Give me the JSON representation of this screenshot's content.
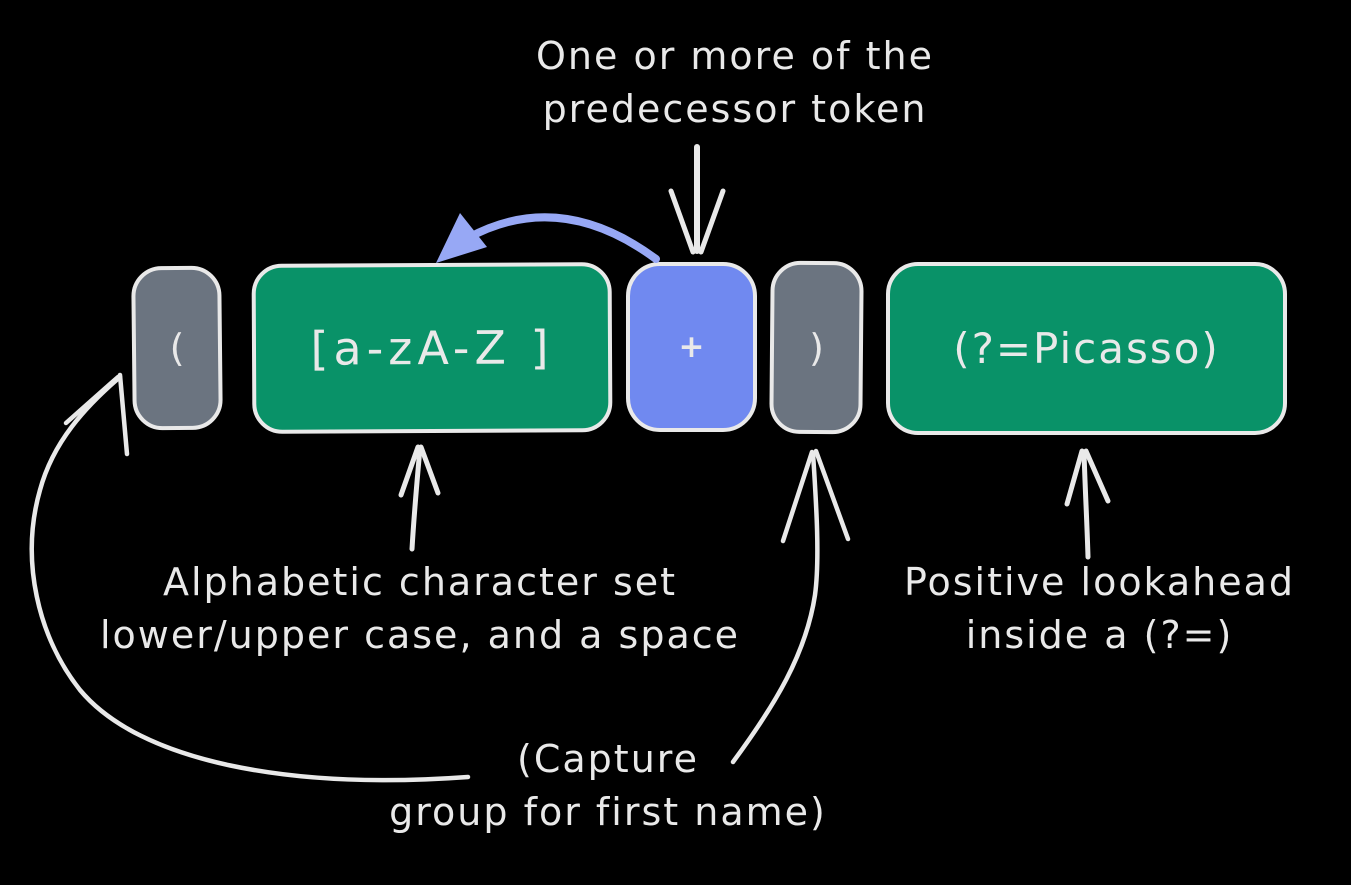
{
  "canvas": {
    "background": "#000000",
    "ink": "#e9e9e9"
  },
  "colors": {
    "green": "#099268",
    "gray": "#6b7480",
    "blue": "#7089f0",
    "blue_arrow": "#97a8f5"
  },
  "tokens": [
    {
      "text": "(",
      "role": "capture-group-open",
      "color": "gray"
    },
    {
      "text": "[a-zA-Z ]",
      "role": "character-set",
      "color": "green"
    },
    {
      "text": "+",
      "role": "one-or-more-quantifier",
      "color": "blue"
    },
    {
      "text": ")",
      "role": "capture-group-close",
      "color": "gray"
    },
    {
      "text": "(?=Picasso)",
      "role": "positive-lookahead",
      "color": "green"
    }
  ],
  "annotations": {
    "quantifier": {
      "line1": "One or more of the",
      "line2": "predecessor token"
    },
    "charset": {
      "line1": "Alphabetic character set",
      "line2": "lower/upper case, and a space"
    },
    "lookahead": {
      "line1": "Positive lookahead",
      "line2": "inside a (?=)"
    },
    "capture": {
      "line1": "(Capture",
      "line2": "group for first name)"
    }
  }
}
